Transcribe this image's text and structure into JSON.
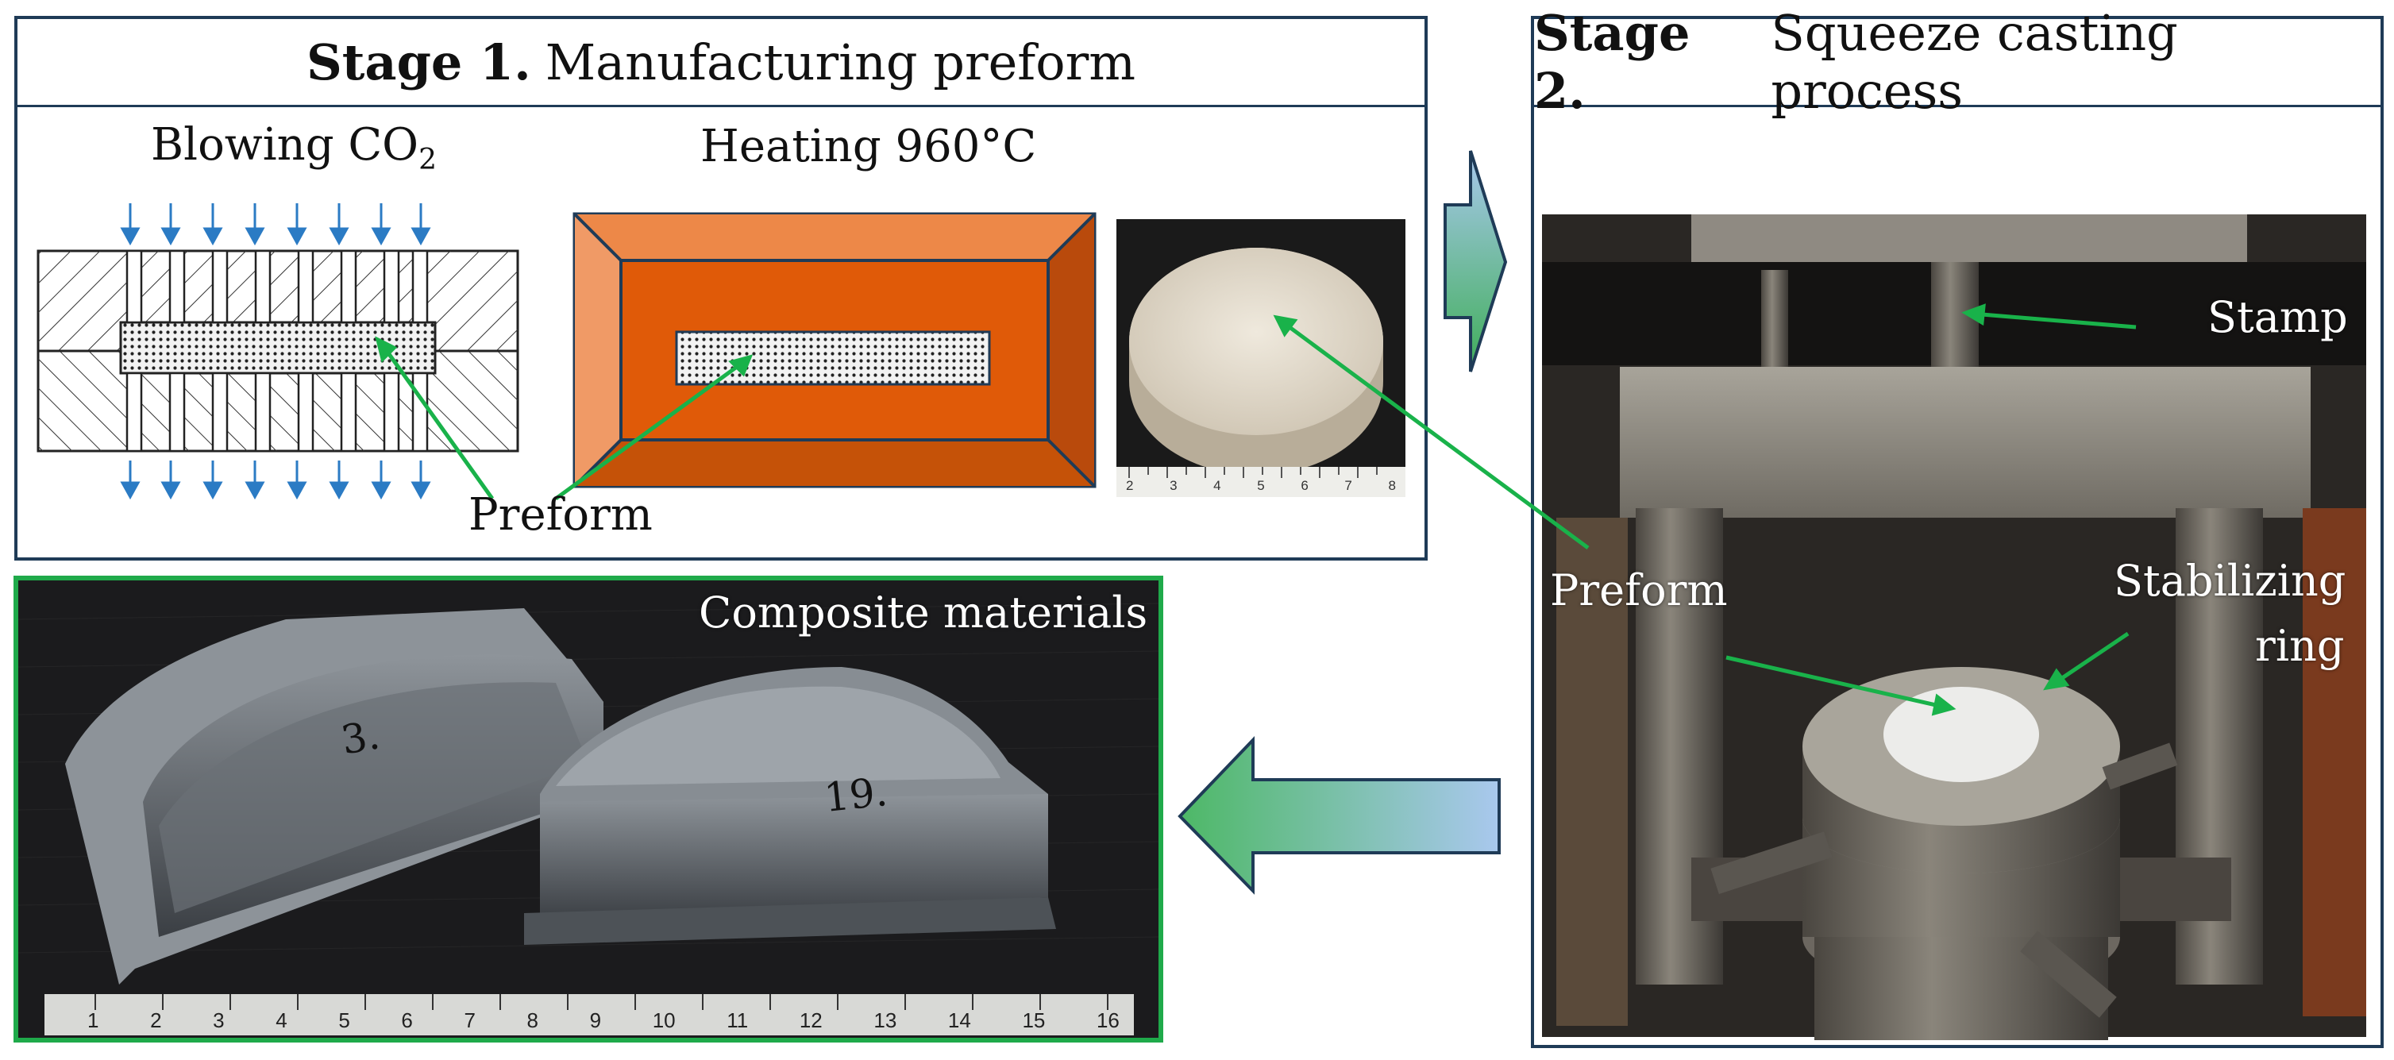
{
  "stage1": {
    "title_bold": "Stage 1.",
    "title_rest": "Manufacturing preform",
    "label_blowing_main": "Blowing CO",
    "label_blowing_sub": "2",
    "label_heating": "Heating 960°C",
    "label_preform": "Preform"
  },
  "stage2": {
    "title_bold": "Stage 2.",
    "title_rest": "Squeeze casting process",
    "label_stamp": "Stamp",
    "label_preform": "Preform",
    "label_ring_line1": "Stabilizing",
    "label_ring_line2": "ring"
  },
  "composite": {
    "label": "Composite materials",
    "sample_marks": [
      "3.",
      "19."
    ],
    "ruler_ticks": [
      "1",
      "2",
      "3",
      "4",
      "5",
      "6",
      "7",
      "8",
      "9",
      "10",
      "11",
      "12",
      "13",
      "14",
      "15",
      "16"
    ]
  },
  "small_ruler_ticks": [
    "2",
    "3",
    "4",
    "5",
    "6",
    "7",
    "8"
  ],
  "colors": {
    "panel_border": "#1f3b57",
    "green_frame": "#1faa4a",
    "leader_line": "#19b24a",
    "flow_arrow": "#2b7bc4",
    "furnace_outer": "#e8783a",
    "furnace_inner": "#e05a08"
  },
  "icons": {
    "flow_arrow_right": "arrow-right-icon",
    "flow_arrow_left": "arrow-left-icon"
  }
}
